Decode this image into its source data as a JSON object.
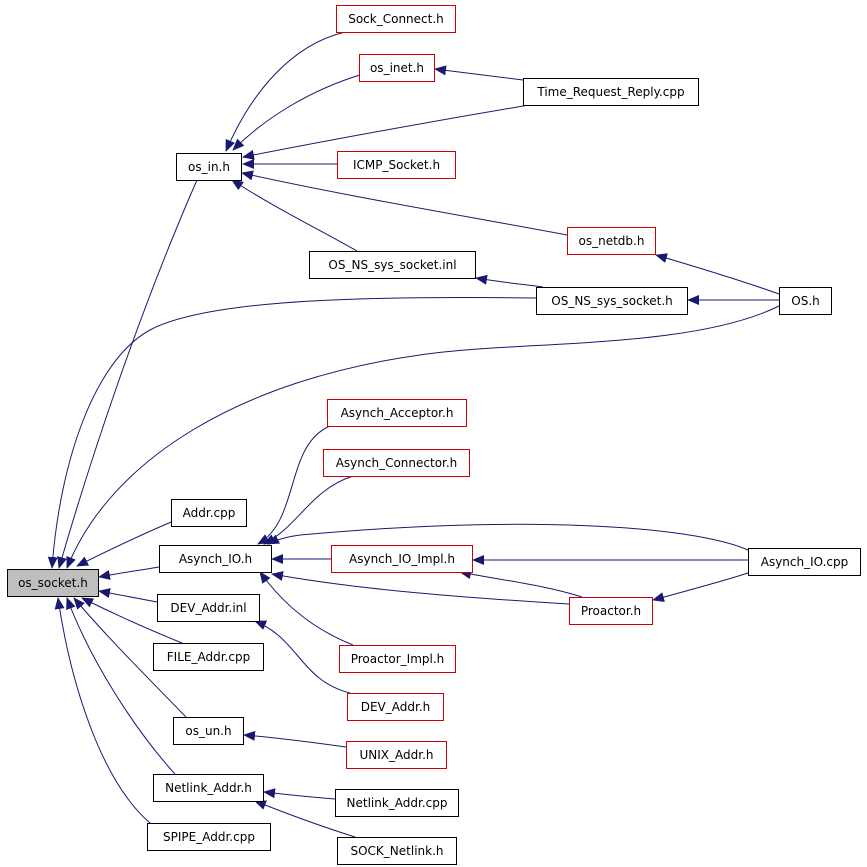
{
  "colors": {
    "edge": "#191970",
    "border_default": "#000000",
    "border_red": "#cc0000",
    "root_fill": "#bfbfbf",
    "node_fill": "#ffffff"
  },
  "nodes": [
    {
      "id": "os_socket_h",
      "label": "os_socket.h",
      "style": "root"
    },
    {
      "id": "Sock_Connect_h",
      "label": "Sock_Connect.h",
      "style": "red"
    },
    {
      "id": "os_inet_h",
      "label": "os_inet.h",
      "style": "red"
    },
    {
      "id": "Time_Request_Reply_cpp",
      "label": "Time_Request_Reply.cpp",
      "style": "black"
    },
    {
      "id": "os_in_h",
      "label": "os_in.h",
      "style": "black"
    },
    {
      "id": "ICMP_Socket_h",
      "label": "ICMP_Socket.h",
      "style": "red"
    },
    {
      "id": "os_netdb_h",
      "label": "os_netdb.h",
      "style": "red"
    },
    {
      "id": "OS_NS_sys_socket_inl",
      "label": "OS_NS_sys_socket.inl",
      "style": "black"
    },
    {
      "id": "OS_NS_sys_socket_h",
      "label": "OS_NS_sys_socket.h",
      "style": "black"
    },
    {
      "id": "OS_h",
      "label": "OS.h",
      "style": "black"
    },
    {
      "id": "Asynch_Acceptor_h",
      "label": "Asynch_Acceptor.h",
      "style": "red"
    },
    {
      "id": "Asynch_Connector_h",
      "label": "Asynch_Connector.h",
      "style": "red"
    },
    {
      "id": "Addr_cpp",
      "label": "Addr.cpp",
      "style": "black"
    },
    {
      "id": "Asynch_IO_h",
      "label": "Asynch_IO.h",
      "style": "black"
    },
    {
      "id": "Asynch_IO_Impl_h",
      "label": "Asynch_IO_Impl.h",
      "style": "red"
    },
    {
      "id": "Asynch_IO_cpp",
      "label": "Asynch_IO.cpp",
      "style": "black"
    },
    {
      "id": "Proactor_h",
      "label": "Proactor.h",
      "style": "red"
    },
    {
      "id": "DEV_Addr_inl",
      "label": "DEV_Addr.inl",
      "style": "black"
    },
    {
      "id": "FILE_Addr_cpp",
      "label": "FILE_Addr.cpp",
      "style": "black"
    },
    {
      "id": "Proactor_Impl_h",
      "label": "Proactor_Impl.h",
      "style": "red"
    },
    {
      "id": "DEV_Addr_h",
      "label": "DEV_Addr.h",
      "style": "red"
    },
    {
      "id": "os_un_h",
      "label": "os_un.h",
      "style": "black"
    },
    {
      "id": "UNIX_Addr_h",
      "label": "UNIX_Addr.h",
      "style": "red"
    },
    {
      "id": "Netlink_Addr_h",
      "label": "Netlink_Addr.h",
      "style": "black"
    },
    {
      "id": "Netlink_Addr_cpp",
      "label": "Netlink_Addr.cpp",
      "style": "black"
    },
    {
      "id": "SPIPE_Addr_cpp",
      "label": "SPIPE_Addr.cpp",
      "style": "black"
    },
    {
      "id": "SOCK_Netlink_h",
      "label": "SOCK_Netlink.h",
      "style": "black"
    }
  ],
  "edges": [
    {
      "from": "os_in_h",
      "to": "os_socket_h"
    },
    {
      "from": "OS_NS_sys_socket_h",
      "to": "os_socket_h"
    },
    {
      "from": "OS_h",
      "to": "os_socket_h"
    },
    {
      "from": "Addr_cpp",
      "to": "os_socket_h"
    },
    {
      "from": "Asynch_IO_h",
      "to": "os_socket_h"
    },
    {
      "from": "DEV_Addr_inl",
      "to": "os_socket_h"
    },
    {
      "from": "FILE_Addr_cpp",
      "to": "os_socket_h"
    },
    {
      "from": "os_un_h",
      "to": "os_socket_h"
    },
    {
      "from": "Netlink_Addr_h",
      "to": "os_socket_h"
    },
    {
      "from": "SPIPE_Addr_cpp",
      "to": "os_socket_h"
    },
    {
      "from": "Sock_Connect_h",
      "to": "os_in_h"
    },
    {
      "from": "os_inet_h",
      "to": "os_in_h"
    },
    {
      "from": "Time_Request_Reply_cpp",
      "to": "os_in_h"
    },
    {
      "from": "ICMP_Socket_h",
      "to": "os_in_h"
    },
    {
      "from": "os_netdb_h",
      "to": "os_in_h"
    },
    {
      "from": "OS_NS_sys_socket_inl",
      "to": "os_in_h"
    },
    {
      "from": "Time_Request_Reply_cpp",
      "to": "os_inet_h"
    },
    {
      "from": "OS_h",
      "to": "os_netdb_h"
    },
    {
      "from": "OS_NS_sys_socket_h",
      "to": "OS_NS_sys_socket_inl"
    },
    {
      "from": "OS_h",
      "to": "OS_NS_sys_socket_h"
    },
    {
      "from": "Asynch_Acceptor_h",
      "to": "Asynch_IO_h"
    },
    {
      "from": "Asynch_Connector_h",
      "to": "Asynch_IO_h"
    },
    {
      "from": "Asynch_IO_Impl_h",
      "to": "Asynch_IO_h"
    },
    {
      "from": "Asynch_IO_cpp",
      "to": "Asynch_IO_h"
    },
    {
      "from": "Proactor_h",
      "to": "Asynch_IO_h"
    },
    {
      "from": "Proactor_Impl_h",
      "to": "Asynch_IO_h"
    },
    {
      "from": "Asynch_IO_cpp",
      "to": "Asynch_IO_Impl_h"
    },
    {
      "from": "Proactor_h",
      "to": "Asynch_IO_Impl_h"
    },
    {
      "from": "Asynch_IO_cpp",
      "to": "Proactor_h"
    },
    {
      "from": "DEV_Addr_h",
      "to": "DEV_Addr_inl"
    },
    {
      "from": "UNIX_Addr_h",
      "to": "os_un_h"
    },
    {
      "from": "Netlink_Addr_cpp",
      "to": "Netlink_Addr_h"
    },
    {
      "from": "SOCK_Netlink_h",
      "to": "Netlink_Addr_h"
    }
  ]
}
